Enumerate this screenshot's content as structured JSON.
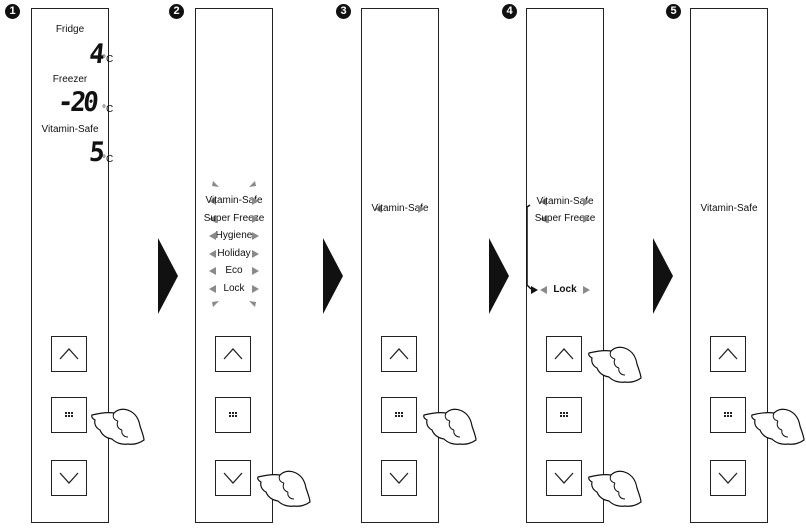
{
  "steps": [
    "1",
    "2",
    "3",
    "4",
    "5"
  ],
  "panel1": {
    "fridge_label": "Fridge",
    "fridge_temp": "4",
    "freezer_label": "Freezer",
    "freezer_temp": "-20",
    "vitamin_label": "Vitamin-Safe",
    "vitamin_temp": "5",
    "unit": "°C"
  },
  "panel2": {
    "menu": [
      "Vitamin-Safe",
      "Super Freeze",
      "Hygiene",
      "Holiday",
      "Eco",
      "Lock"
    ]
  },
  "panel3": {
    "selected": "Vitamin-Safe"
  },
  "panel4": {
    "items": [
      "Vitamin-Safe",
      "Super Freeze",
      "Lock"
    ]
  },
  "panel5": {
    "selected": "Vitamin-Safe"
  },
  "buttons": {
    "up": "up-button",
    "menu": "menu-button",
    "down": "down-button"
  },
  "colors": {
    "line": "#222222",
    "indicator": "#8a8a8a",
    "step_badge": "#111111"
  }
}
